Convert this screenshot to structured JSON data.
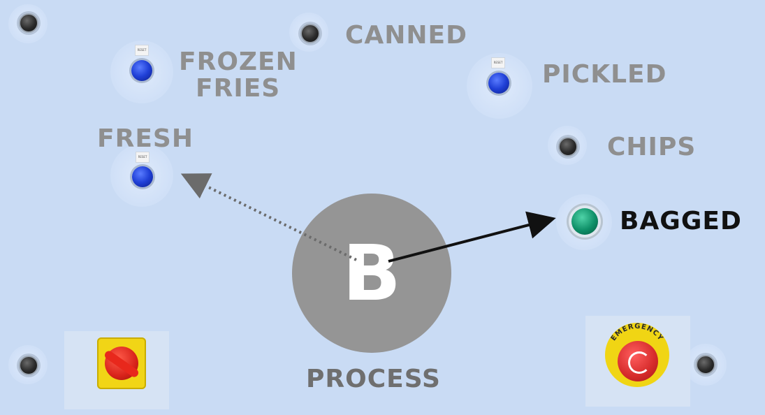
{
  "node": {
    "letter": "B",
    "caption": "PROCESS"
  },
  "labels": {
    "canned": "CANNED",
    "frozen_fries_line1": "FROZEN",
    "frozen_fries_line2": "FRIES",
    "pickled": "PICKLED",
    "fresh": "FRESH",
    "chips": "CHIPS",
    "bagged": "BAGGED"
  },
  "reset_tag": "RESET",
  "emergency_label": "EMERGENCY",
  "edges": [
    {
      "from": "B",
      "to": "BAGGED",
      "style": "solid"
    },
    {
      "from": "B",
      "to": "FRESH",
      "style": "dotted"
    }
  ],
  "colors": {
    "background": "#c9dbf4",
    "inactive_label": "#8f8f8f",
    "active_label": "#111111",
    "process_node": "#959595",
    "solid_arrow": "#111111",
    "dotted_arrow": "#6b6b6b"
  }
}
